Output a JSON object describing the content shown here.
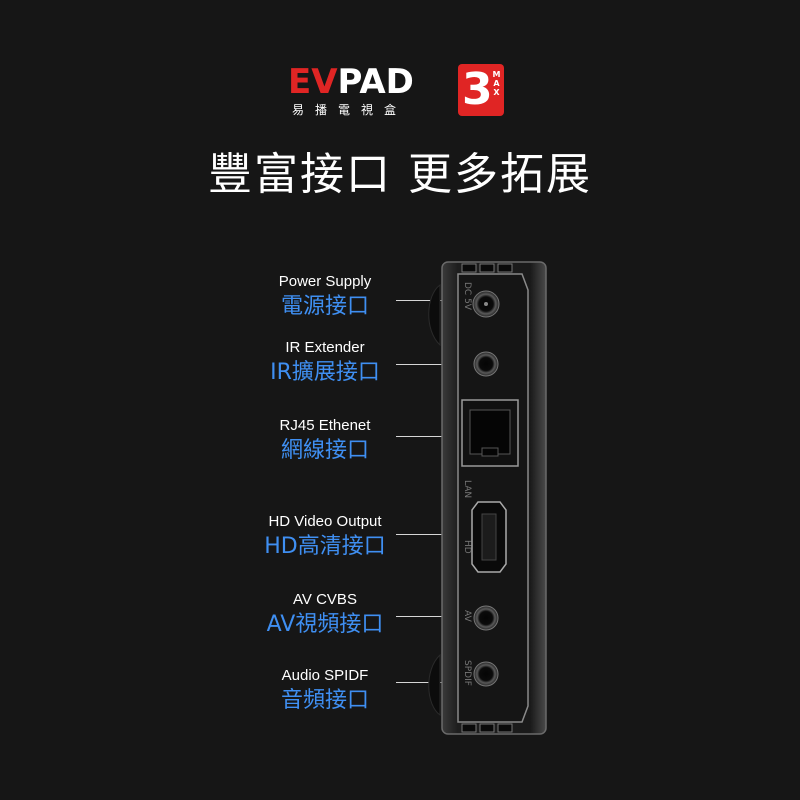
{
  "logo": {
    "brand_ev": "EV",
    "brand_pad": "PAD",
    "subtitle": "易播電視盒",
    "badge_number": "3",
    "badge_text": "MAX"
  },
  "headline": "豐富接口 更多拓展",
  "ports": [
    {
      "en": "Power Supply",
      "zh": "電源接口"
    },
    {
      "en": "IR Extender",
      "zh": "IR擴展接口"
    },
    {
      "en": "RJ45 Ethenet",
      "zh": "網線接口"
    },
    {
      "en": "HD Video Output",
      "zh": "HD高清接口"
    },
    {
      "en": "AV CVBS",
      "zh": "AV視頻接口"
    },
    {
      "en": "Audio SPIDF",
      "zh": "音頻接口"
    }
  ],
  "device_labels": {
    "dc": "DC 5V",
    "lan": "LAN",
    "hd": "HD",
    "av": "AV",
    "spdif": "SPDIF"
  },
  "colors": {
    "background": "#161616",
    "brand_red": "#e02524",
    "label_blue": "#3f8ff2"
  }
}
